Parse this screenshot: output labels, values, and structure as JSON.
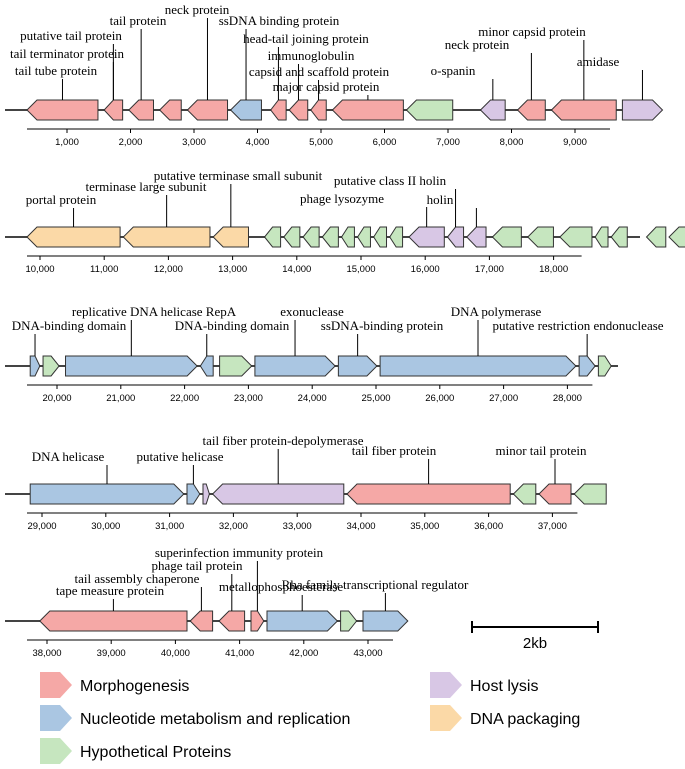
{
  "colors": {
    "Morphogenesis": "#f5a8a6",
    "Nucleotide": "#aac6e2",
    "Hypothetical": "#c6e6bf",
    "HostLysis": "#d8c7e5",
    "DNAPackaging": "#fbd9a7"
  },
  "legend": [
    {
      "key": "Morphogenesis",
      "label": "Morphogenesis"
    },
    {
      "key": "Nucleotide",
      "label": "Nucleotide metabolism and replication"
    },
    {
      "key": "Hypothetical",
      "label": "Hypothetical Proteins"
    },
    {
      "key": "HostLysis",
      "label": "Host lysis"
    },
    {
      "key": "DNAPackaging",
      "label": "DNA packaging"
    }
  ],
  "scale_bar": {
    "label": "2kb"
  },
  "rows": [
    {
      "ticks": [
        "1,000",
        "2,000",
        "3,000",
        "4,000",
        "5,000",
        "6,000",
        "7,000",
        "8,000",
        "9,000"
      ],
      "genes": [
        {
          "start": 0,
          "end": 1150,
          "strand": -1,
          "cat": "Morphogenesis"
        },
        {
          "start": 1250,
          "end": 1550,
          "strand": -1,
          "cat": "Morphogenesis"
        },
        {
          "start": 1650,
          "end": 2050,
          "strand": -1,
          "cat": "Morphogenesis"
        },
        {
          "start": 2150,
          "end": 2500,
          "strand": -1,
          "cat": "Morphogenesis"
        },
        {
          "start": 2600,
          "end": 3250,
          "strand": -1,
          "cat": "Morphogenesis"
        },
        {
          "start": 3300,
          "end": 3800,
          "strand": -1,
          "cat": "Nucleotide"
        },
        {
          "start": 3950,
          "end": 4200,
          "strand": -1,
          "cat": "Morphogenesis"
        },
        {
          "start": 4250,
          "end": 4550,
          "strand": -1,
          "cat": "Morphogenesis"
        },
        {
          "start": 4600,
          "end": 4850,
          "strand": -1,
          "cat": "Morphogenesis"
        },
        {
          "start": 4950,
          "end": 6100,
          "strand": -1,
          "cat": "Morphogenesis"
        },
        {
          "start": 6150,
          "end": 6900,
          "strand": -1,
          "cat": "Hypothetical"
        },
        {
          "start": 7350,
          "end": 7750,
          "strand": -1,
          "cat": "HostLysis"
        },
        {
          "start": 7950,
          "end": 8400,
          "strand": -1,
          "cat": "Morphogenesis"
        },
        {
          "start": 8500,
          "end": 9550,
          "strand": -1,
          "cat": "Morphogenesis"
        },
        {
          "start": 9650,
          "end": 10300,
          "strand": 1,
          "cat": "HostLysis"
        }
      ],
      "labels": [
        {
          "lines": [
            "tail protein"
          ],
          "gene": 2
        },
        {
          "lines": [
            "neck protein"
          ],
          "gene": 4
        },
        {
          "lines": [
            "putative tail protein"
          ],
          "gene": 1
        },
        {
          "lines": [
            "tail terminator protein"
          ],
          "gene": 1
        },
        {
          "lines": [
            "tail tube protein"
          ],
          "gene": 0
        },
        {
          "lines": [
            "ssDNA binding protein"
          ],
          "gene": 5
        },
        {
          "lines": [
            "head-tail joining protein"
          ],
          "gene": 6
        },
        {
          "lines": [
            "immunoglobulin"
          ],
          "gene": 7
        },
        {
          "lines": [
            "capsid and scaffold protein"
          ],
          "gene": 8
        },
        {
          "lines": [
            "major capsid protein"
          ],
          "gene": 9
        },
        {
          "lines": [
            "o-spanin"
          ],
          "gene": 11
        },
        {
          "lines": [
            "neck protein"
          ],
          "gene": 12
        },
        {
          "lines": [
            "minor capsid protein"
          ],
          "gene": 13
        },
        {
          "lines": [
            "amidase"
          ],
          "gene": 14
        }
      ]
    },
    {
      "ticks": [
        "10,000",
        "11,000",
        "12,000",
        "13,000",
        "14,000",
        "15,000",
        "16,000",
        "17,000",
        "18,000"
      ],
      "genes": [
        {
          "start": 0,
          "end": 1450,
          "strand": -1,
          "cat": "DNAPackaging"
        },
        {
          "start": 1500,
          "end": 2850,
          "strand": -1,
          "cat": "DNAPackaging"
        },
        {
          "start": 2900,
          "end": 3450,
          "strand": -1,
          "cat": "DNAPackaging"
        },
        {
          "start": 3700,
          "end": 3950,
          "strand": -1,
          "cat": "Hypothetical"
        },
        {
          "start": 4000,
          "end": 4250,
          "strand": -1,
          "cat": "Hypothetical"
        },
        {
          "start": 4300,
          "end": 4550,
          "strand": -1,
          "cat": "Hypothetical"
        },
        {
          "start": 4600,
          "end": 4850,
          "strand": -1,
          "cat": "Hypothetical"
        },
        {
          "start": 4900,
          "end": 5100,
          "strand": -1,
          "cat": "Hypothetical"
        },
        {
          "start": 5150,
          "end": 5350,
          "strand": -1,
          "cat": "Hypothetical"
        },
        {
          "start": 5400,
          "end": 5600,
          "strand": -1,
          "cat": "Hypothetical"
        },
        {
          "start": 5650,
          "end": 5850,
          "strand": -1,
          "cat": "Hypothetical"
        },
        {
          "start": 5950,
          "end": 6500,
          "strand": -1,
          "cat": "HostLysis"
        },
        {
          "start": 6550,
          "end": 6800,
          "strand": -1,
          "cat": "HostLysis"
        },
        {
          "start": 6850,
          "end": 7150,
          "strand": -1,
          "cat": "HostLysis"
        },
        {
          "start": 7250,
          "end": 7700,
          "strand": -1,
          "cat": "Hypothetical"
        },
        {
          "start": 7800,
          "end": 8200,
          "strand": -1,
          "cat": "Hypothetical"
        },
        {
          "start": 8300,
          "end": 8800,
          "strand": -1,
          "cat": "Hypothetical"
        },
        {
          "start": 8850,
          "end": 9050,
          "strand": -1,
          "cat": "Hypothetical"
        },
        {
          "start": 9100,
          "end": 9350,
          "strand": -1,
          "cat": "Hypothetical"
        },
        {
          "start": 9650,
          "end": 9950,
          "strand": -1,
          "cat": "Hypothetical"
        },
        {
          "start": 10000,
          "end": 10350,
          "strand": -1,
          "cat": "Hypothetical"
        }
      ],
      "labels": [
        {
          "lines": [
            "putative terminase small subunit"
          ],
          "gene": 2
        },
        {
          "lines": [
            "terminase large subunit"
          ],
          "gene": 1
        },
        {
          "lines": [
            "portal protein"
          ],
          "gene": 0
        },
        {
          "lines": [
            "putative class II holin"
          ],
          "gene": 12
        },
        {
          "lines": [
            "phage lysozyme"
          ],
          "gene": 11
        },
        {
          "lines": [
            "holin"
          ],
          "gene": 13
        }
      ]
    },
    {
      "ticks": [
        "20,000",
        "21,000",
        "22,000",
        "23,000",
        "24,000",
        "25,000",
        "26,000",
        "27,000",
        "28,000"
      ],
      "genes": [
        {
          "start": 50,
          "end": 200,
          "strand": 1,
          "cat": "Nucleotide"
        },
        {
          "start": 250,
          "end": 500,
          "strand": 1,
          "cat": "Hypothetical"
        },
        {
          "start": 600,
          "end": 2650,
          "strand": 1,
          "cat": "Nucleotide"
        },
        {
          "start": 2700,
          "end": 2900,
          "strand": -1,
          "cat": "Nucleotide"
        },
        {
          "start": 3000,
          "end": 3500,
          "strand": 1,
          "cat": "Hypothetical"
        },
        {
          "start": 3550,
          "end": 4800,
          "strand": 1,
          "cat": "Nucleotide"
        },
        {
          "start": 4850,
          "end": 5450,
          "strand": 1,
          "cat": "Nucleotide"
        },
        {
          "start": 5500,
          "end": 8550,
          "strand": 1,
          "cat": "Nucleotide"
        },
        {
          "start": 8600,
          "end": 8850,
          "strand": 1,
          "cat": "Nucleotide"
        },
        {
          "start": 8900,
          "end": 9100,
          "strand": 1,
          "cat": "Hypothetical"
        }
      ],
      "labels": [
        {
          "lines": [
            "replicative DNA helicase RepA"
          ],
          "gene": 2
        },
        {
          "lines": [
            "DNA-binding domain"
          ],
          "gene": 0
        },
        {
          "lines": [
            "DNA-binding domain"
          ],
          "gene": 3
        },
        {
          "lines": [
            "exonuclease"
          ],
          "gene": 5
        },
        {
          "lines": [
            "ssDNA-binding protein"
          ],
          "gene": 6
        },
        {
          "lines": [
            "DNA polymerase"
          ],
          "gene": 7
        },
        {
          "lines": [
            "putative restriction endonuclease"
          ],
          "gene": 8
        }
      ]
    },
    {
      "ticks": [
        "29,000",
        "30,000",
        "31,000",
        "32,000",
        "33,000",
        "34,000",
        "35,000",
        "36,000",
        "37,000"
      ],
      "genes": [
        {
          "start": 50,
          "end": 2450,
          "strand": 1,
          "cat": "Nucleotide"
        },
        {
          "start": 2500,
          "end": 2700,
          "strand": 1,
          "cat": "Nucleotide"
        },
        {
          "start": 2750,
          "end": 2850,
          "strand": 1,
          "cat": "HostLysis"
        },
        {
          "start": 2900,
          "end": 4950,
          "strand": -1,
          "cat": "HostLysis"
        },
        {
          "start": 5000,
          "end": 7550,
          "strand": -1,
          "cat": "Morphogenesis"
        },
        {
          "start": 7600,
          "end": 7950,
          "strand": -1,
          "cat": "Hypothetical"
        },
        {
          "start": 8000,
          "end": 8500,
          "strand": -1,
          "cat": "Morphogenesis"
        },
        {
          "start": 8550,
          "end": 9050,
          "strand": -1,
          "cat": "Hypothetical"
        }
      ],
      "labels": [
        {
          "lines": [
            "tail fiber protein-depolymerase"
          ],
          "gene": 3
        },
        {
          "lines": [
            "DNA helicase"
          ],
          "gene": 0
        },
        {
          "lines": [
            "putative helicase"
          ],
          "gene": 1
        },
        {
          "lines": [
            "tail fiber protein"
          ],
          "gene": 4
        },
        {
          "lines": [
            "minor tail protein"
          ],
          "gene": 6
        }
      ]
    },
    {
      "ticks": [
        "38,000",
        "39,000",
        "40,000",
        "41,000",
        "42,000",
        "43,000"
      ],
      "genes": [
        {
          "start": 200,
          "end": 2500,
          "strand": -1,
          "cat": "Morphogenesis"
        },
        {
          "start": 2550,
          "end": 2900,
          "strand": -1,
          "cat": "Morphogenesis"
        },
        {
          "start": 3000,
          "end": 3400,
          "strand": -1,
          "cat": "Morphogenesis"
        },
        {
          "start": 3500,
          "end": 3700,
          "strand": 1,
          "cat": "Morphogenesis"
        },
        {
          "start": 3750,
          "end": 4850,
          "strand": 1,
          "cat": "Nucleotide"
        },
        {
          "start": 4900,
          "end": 5150,
          "strand": 1,
          "cat": "Hypothetical"
        },
        {
          "start": 5250,
          "end": 5950,
          "strand": 1,
          "cat": "Nucleotide"
        }
      ],
      "labels": [
        {
          "lines": [
            "superinfection immunity protein"
          ],
          "gene": 3
        },
        {
          "lines": [
            "phage tail protein"
          ],
          "gene": 2
        },
        {
          "lines": [
            "tail assembly chaperone"
          ],
          "gene": 1
        },
        {
          "lines": [
            "tape measure protein"
          ],
          "gene": 0
        },
        {
          "lines": [
            "metallophosphoesterase"
          ],
          "gene": 4
        },
        {
          "lines": [
            "Rha family transcriptional regulator"
          ],
          "gene": 6
        }
      ]
    }
  ]
}
